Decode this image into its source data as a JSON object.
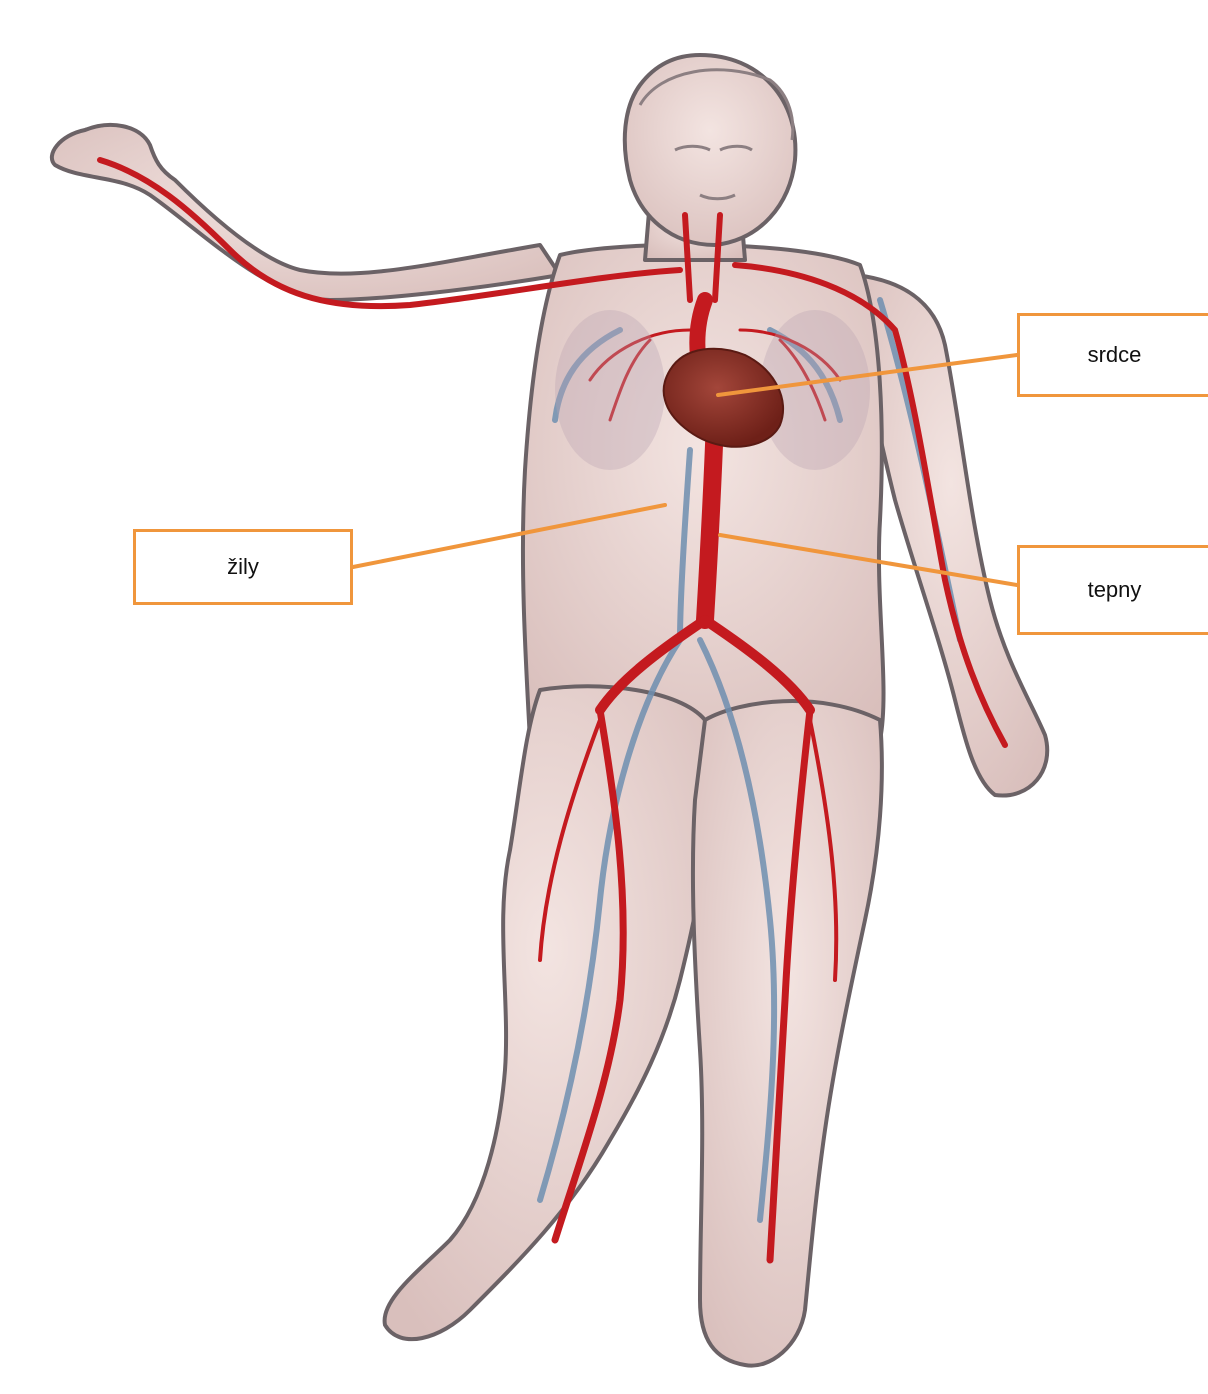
{
  "labels": {
    "heart": "srdce",
    "veins": "žily",
    "arteries": "tepny"
  },
  "colors": {
    "label_border": "#f0963c",
    "leader_line": "#f0963c",
    "artery": "#c41a1f",
    "vein": "#6f8fb0",
    "heart": "#8a2f22",
    "skin": "#ecd9d6",
    "outline": "#6b6266"
  }
}
